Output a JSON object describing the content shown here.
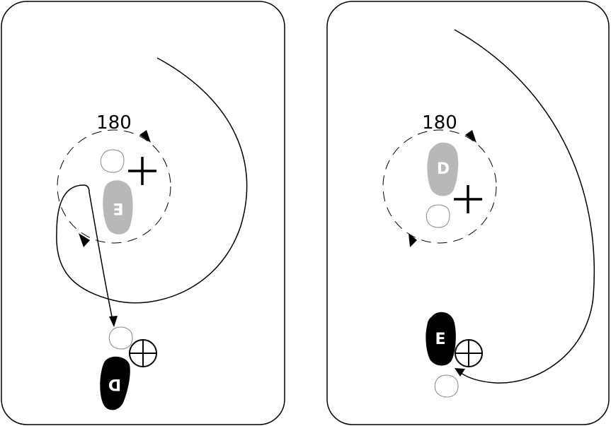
{
  "left_panel": {
    "angle_label": "180",
    "gray_foot_letter": "E",
    "black_foot_letter": "D"
  },
  "right_panel": {
    "angle_label": "180",
    "gray_foot_letter": "D",
    "black_foot_letter": "E"
  },
  "colors": {
    "stroke": "#000000",
    "gray_foot": "#b8b8b8",
    "black_foot": "#000000",
    "outline_foot": "#888888"
  }
}
